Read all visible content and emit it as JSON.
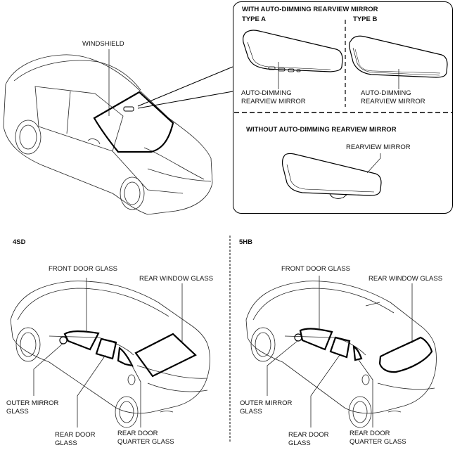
{
  "top_section": {
    "windshield_label": "WINDSHIELD",
    "callout": {
      "with_heading": "WITH AUTO-DIMMING REARVIEW MIRROR",
      "type_a": {
        "heading": "TYPE A",
        "label_line1": "AUTO-DIMMING",
        "label_line2": "REARVIEW MIRROR"
      },
      "type_b": {
        "heading": "TYPE B",
        "label_line1": "AUTO-DIMMING",
        "label_line2": "REARVIEW MIRROR"
      },
      "without_heading": "WITHOUT AUTO-DIMMING REARVIEW MIRROR",
      "rearview_mirror_label": "REARVIEW MIRROR"
    }
  },
  "panels": [
    {
      "variant": "4SD",
      "labels": {
        "front_door_glass": "FRONT DOOR GLASS",
        "rear_window_glass": "REAR WINDOW GLASS",
        "outer_mirror_line1": "OUTER MIRROR",
        "outer_mirror_line2": "GLASS",
        "rear_door_line1": "REAR DOOR",
        "rear_door_line2": "GLASS",
        "rear_quarter_line1": "REAR DOOR",
        "rear_quarter_line2": "QUARTER GLASS"
      }
    },
    {
      "variant": "5HB",
      "labels": {
        "front_door_glass": "FRONT DOOR GLASS",
        "rear_window_glass": "REAR WINDOW GLASS",
        "outer_mirror_line1": "OUTER MIRROR",
        "outer_mirror_line2": "GLASS",
        "rear_door_line1": "REAR DOOR",
        "rear_door_line2": "GLASS",
        "rear_quarter_line1": "REAR DOOR",
        "rear_quarter_line2": "QUARTER GLASS"
      }
    }
  ]
}
